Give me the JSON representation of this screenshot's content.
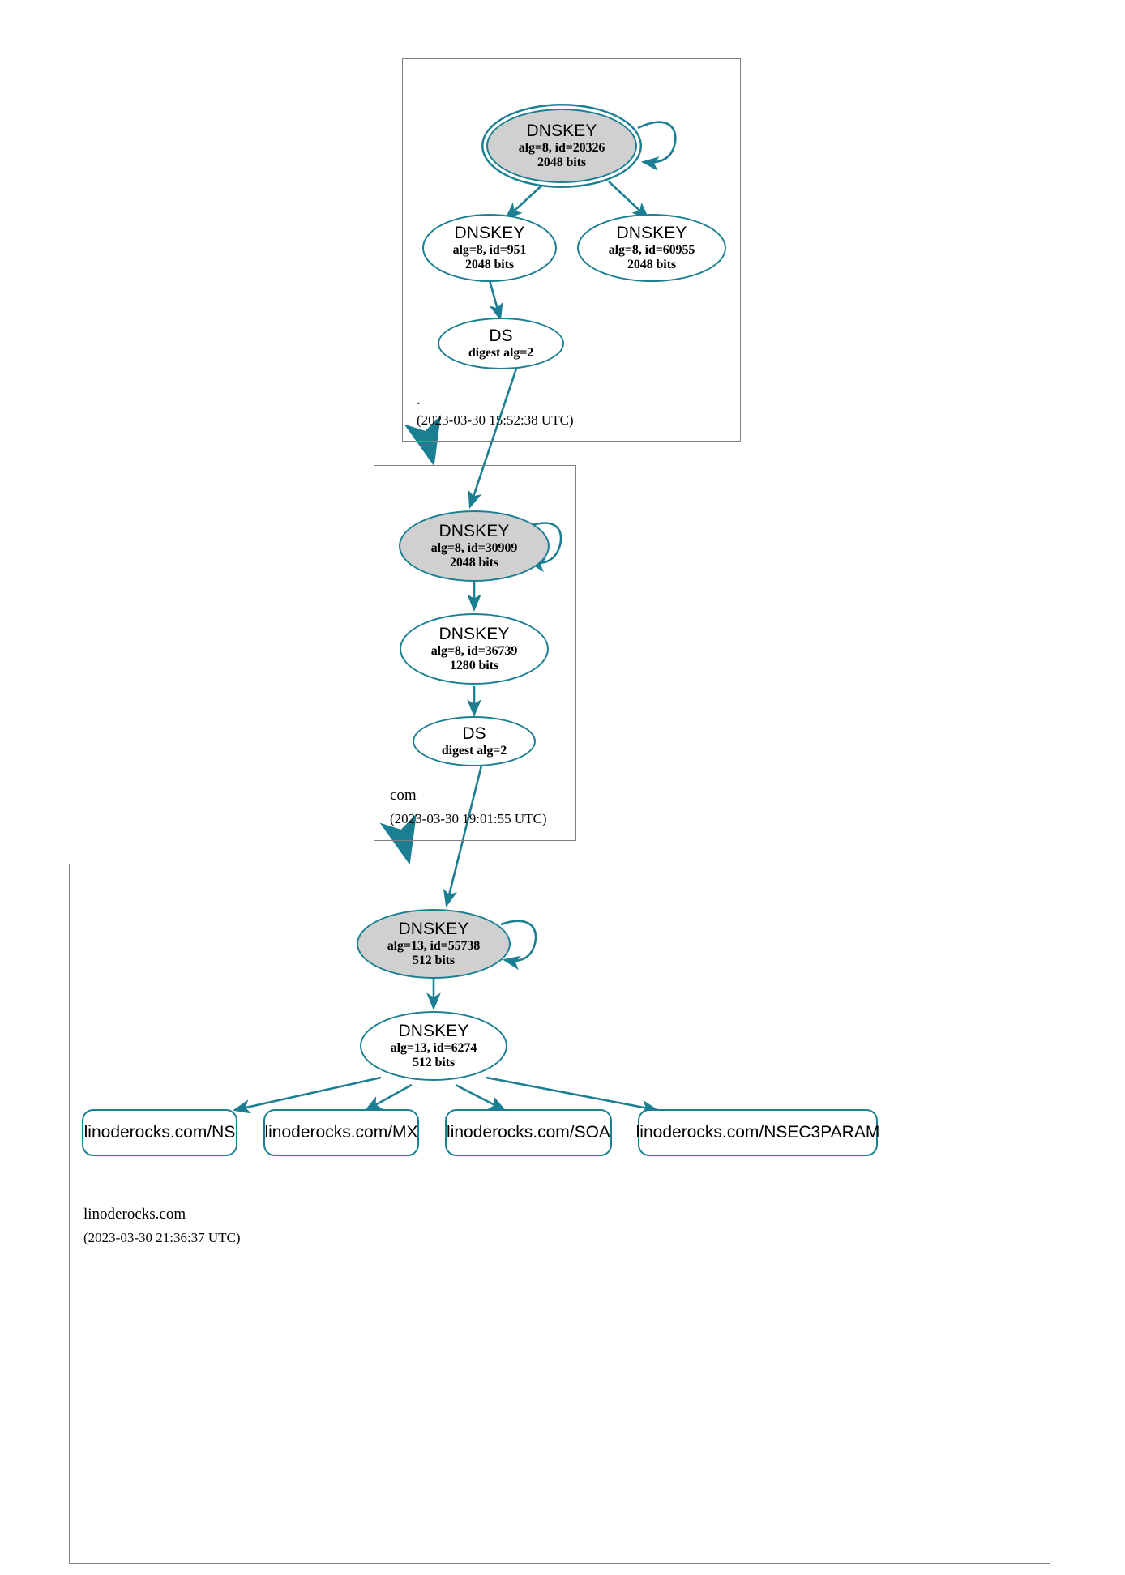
{
  "diagram": {
    "kind": "dnssec-chain-of-trust",
    "colors": {
      "edge": "#1b7f93",
      "node_border": "#1b7f93",
      "secure_key_fill": "#d0d0d0",
      "zone_border": "#808080",
      "background": "#ffffff",
      "text": "#000000"
    }
  },
  "zones": [
    {
      "id": "root",
      "label": ".",
      "timestamp": "(2023-03-30 15:52:38 UTC)"
    },
    {
      "id": "com",
      "label": "com",
      "timestamp": "(2023-03-30 19:01:55 UTC)"
    },
    {
      "id": "linoderocks",
      "label": "linoderocks.com",
      "timestamp": "(2023-03-30 21:36:37 UTC)"
    }
  ],
  "nodes": {
    "root_ksk": {
      "type": "DNSKEY",
      "title": "DNSKEY",
      "params": "alg=8, id=20326",
      "size": "2048 bits"
    },
    "root_zsk_951": {
      "type": "DNSKEY",
      "title": "DNSKEY",
      "params": "alg=8, id=951",
      "size": "2048 bits"
    },
    "root_zsk_60955": {
      "type": "DNSKEY",
      "title": "DNSKEY",
      "params": "alg=8, id=60955",
      "size": "2048 bits"
    },
    "root_ds": {
      "type": "DS",
      "title": "DS",
      "params": "digest alg=2",
      "size": ""
    },
    "com_ksk": {
      "type": "DNSKEY",
      "title": "DNSKEY",
      "params": "alg=8, id=30909",
      "size": "2048 bits"
    },
    "com_zsk": {
      "type": "DNSKEY",
      "title": "DNSKEY",
      "params": "alg=8, id=36739",
      "size": "1280 bits"
    },
    "com_ds": {
      "type": "DS",
      "title": "DS",
      "params": "digest alg=2",
      "size": ""
    },
    "lino_ksk": {
      "type": "DNSKEY",
      "title": "DNSKEY",
      "params": "alg=13, id=55738",
      "size": "512 bits"
    },
    "lino_zsk": {
      "type": "DNSKEY",
      "title": "DNSKEY",
      "params": "alg=13, id=6274",
      "size": "512 bits"
    }
  },
  "rrsets": [
    {
      "id": "ns",
      "label": "linoderocks.com/NS"
    },
    {
      "id": "mx",
      "label": "linoderocks.com/MX"
    },
    {
      "id": "soa",
      "label": "linoderocks.com/SOA"
    },
    {
      "id": "nsec3param",
      "label": "linoderocks.com/NSEC3PARAM"
    }
  ]
}
